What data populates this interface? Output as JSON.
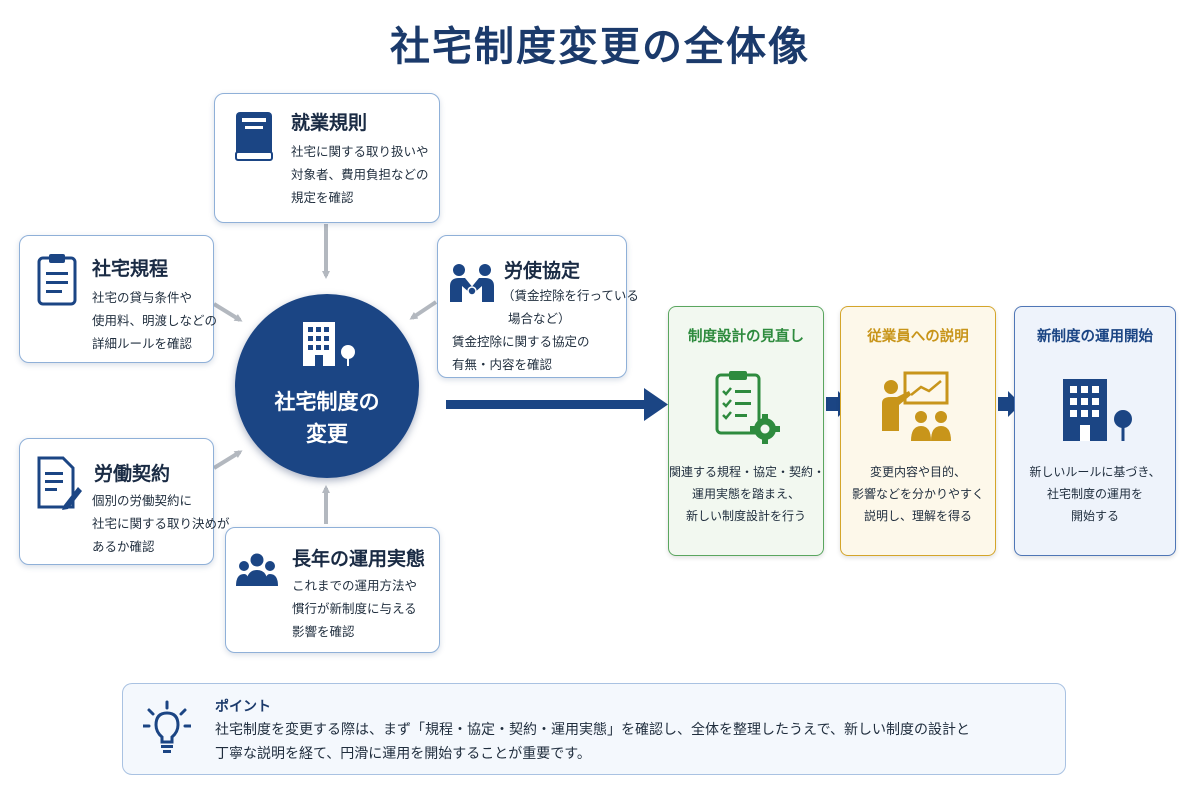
{
  "title": "社宅制度変更の全体像",
  "center": {
    "lines": [
      "社宅制度の",
      "変更"
    ],
    "icon": "building-icon"
  },
  "cards": {
    "rules": {
      "title": "就業規則",
      "lines": [
        "社宅に関する取り扱いや",
        "対象者、費用負担などの",
        "規定を確認"
      ],
      "icon": "book-icon"
    },
    "housing": {
      "title": "社宅規程",
      "lines": [
        "社宅の貸与条件や",
        "使用料、明渡しなどの",
        "詳細ルールを確認"
      ],
      "icon": "clipboard-icon"
    },
    "agreement": {
      "title": "労使協定",
      "lines": [
        "（賃金控除を行っている",
        "場合など）",
        "賃金控除に関する協定の",
        "有無・内容を確認"
      ],
      "icon": "handshake-icon"
    },
    "contract": {
      "title": "労働契約",
      "lines": [
        "個別の労働契約に",
        "社宅に関する取り決めが",
        "あるか確認"
      ],
      "icon": "document-pen-icon"
    },
    "practice": {
      "title": "長年の運用実態",
      "lines": [
        "これまでの運用方法や",
        "慣行が新制度に与える",
        "影響を確認"
      ],
      "icon": "people-group-icon"
    }
  },
  "steps": [
    {
      "title": "制度設計の見直し",
      "lines": [
        "関連する規程・協定・契約・",
        "運用実態を踏まえ、",
        "新しい制度設計を行う"
      ],
      "icon": "checklist-gear-icon"
    },
    {
      "title": "従業員への説明",
      "lines": [
        "変更内容や目的、",
        "影響などを分かりやすく",
        "説明し、理解を得る"
      ],
      "icon": "presentation-icon"
    },
    {
      "title": "新制度の運用開始",
      "lines": [
        "新しいルールに基づき、",
        "社宅制度の運用を",
        "開始する"
      ],
      "icon": "building-icon"
    }
  ],
  "point": {
    "title": "ポイント",
    "lines": [
      "社宅制度を変更する際は、まず「規程・協定・契約・運用実態」を確認し、全体を整理したうえで、新しい制度の設計と",
      "丁寧な説明を経て、円滑に運用を開始することが重要です。"
    ],
    "icon": "lightbulb-icon"
  },
  "colors": {
    "navy": "#1b4584",
    "arrow_gray": "#b3b8bf",
    "green": "#2e8b3e",
    "gold": "#c8951a",
    "blue": "#1b4584"
  }
}
